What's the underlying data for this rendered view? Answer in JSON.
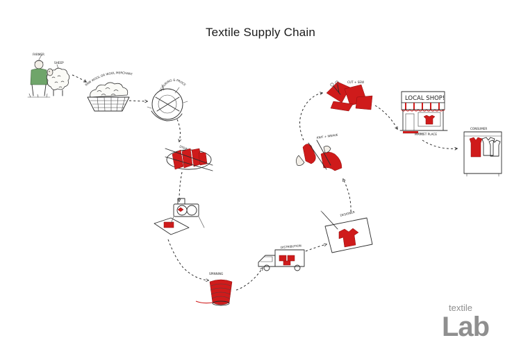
{
  "title": "Textile Supply Chain",
  "labels": {
    "farmer": "FARMER",
    "sheep": "SHEEP",
    "raw_wool": "RAW WOOL OR WOOL MERCHANT",
    "scouring": "SCOURING & PROCESSING",
    "dyeing": "DYEING",
    "spinning": "SPINNING",
    "distribution": "DISTRIBUTION",
    "designer": "DESIGNER",
    "knit_weave": "KNIT + WEAVE",
    "cut_sew": "CUT + SEW",
    "local_shop": "LOCAL SHOP!",
    "market_place": "MARKET PLACE",
    "consumer": "CONSUMER"
  },
  "logo": {
    "small": "textile",
    "large": "Lab"
  },
  "colors": {
    "accent": "#cf1b1b",
    "ink": "#2b2b2b",
    "farmer_shirt": "#6fa56a",
    "logo_gray": "#8f8f8f"
  },
  "icons": [
    "farmer-with-sheep-icon",
    "wool-basket-icon",
    "scouring-machine-icon",
    "dyeing-vat-icon",
    "carding-machine-icon",
    "yarn-cone-icon",
    "delivery-truck-icon",
    "designer-sketch-icon",
    "knitting-hands-icon",
    "cut-sew-fabric-icon",
    "shop-front-icon",
    "wardrobe-icon"
  ]
}
